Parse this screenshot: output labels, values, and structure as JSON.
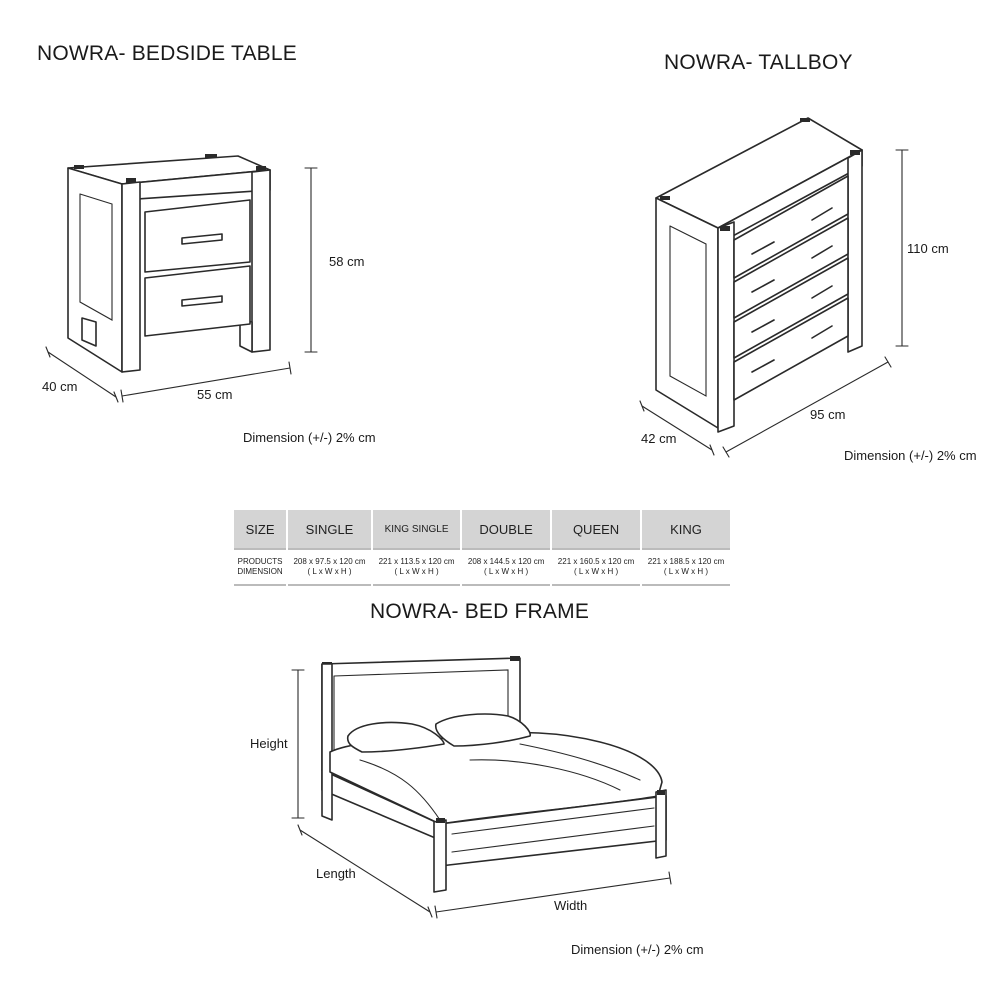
{
  "bedside": {
    "title": "NOWRA- BEDSIDE TABLE",
    "height": "58 cm",
    "depth": "40 cm",
    "width": "55 cm",
    "note": "Dimension (+/-) 2% cm"
  },
  "tallboy": {
    "title": "NOWRA- TALLBOY",
    "height": "110 cm",
    "depth": "42 cm",
    "width": "95 cm",
    "note": "Dimension (+/-) 2% cm"
  },
  "size_table": {
    "headers": [
      "SIZE",
      "SINGLE",
      "KING SINGLE",
      "DOUBLE",
      "QUEEN",
      "KING"
    ],
    "row_label_1": "PRODUCTS",
    "row_label_2": "DIMENSION",
    "dims": [
      "208 x 97.5 x 120 cm",
      "221 x 113.5 x 120 cm",
      "208 x 144.5 x 120 cm",
      "221 x 160.5 x 120 cm",
      "221 x 188.5 x 120 cm"
    ],
    "unit_format": "( L x W x H )"
  },
  "bed": {
    "title": "NOWRA- BED FRAME",
    "height": "Height",
    "length": "Length",
    "width": "Width",
    "note": "Dimension (+/-) 2% cm"
  }
}
